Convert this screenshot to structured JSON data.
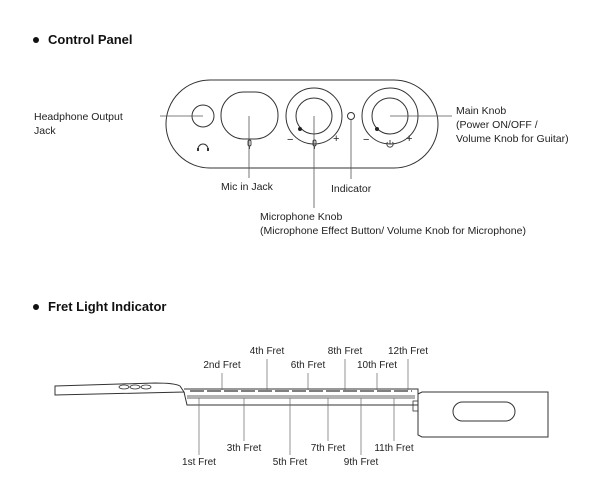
{
  "sections": {
    "control_panel_title": "Control Panel",
    "fret_indicator_title": "Fret Light Indicator"
  },
  "control_panel": {
    "headphone_label": "Headphone Output\nJack",
    "mic_jack_label": "Mic in Jack",
    "indicator_label": "Indicator",
    "mic_knob_label": "Microphone Knob\n(Microphone Effect Button/ Volume Knob for Microphone)",
    "main_knob_label": "Main Knob\n(Power ON/OFF /\nVolume Knob for Guitar)",
    "minus_sign": "−",
    "plus_sign": "+"
  },
  "frets": {
    "top": [
      "2nd Fret",
      "4th Fret",
      "6th Fret",
      "8th Fret",
      "10th Fret",
      "12th Fret"
    ],
    "bottom": [
      "1st Fret",
      "3th Fret",
      "5th Fret",
      "7th Fret",
      "9th Fret",
      "11th Fret"
    ]
  },
  "colors": {
    "line": "#333333",
    "leader": "#555555"
  }
}
